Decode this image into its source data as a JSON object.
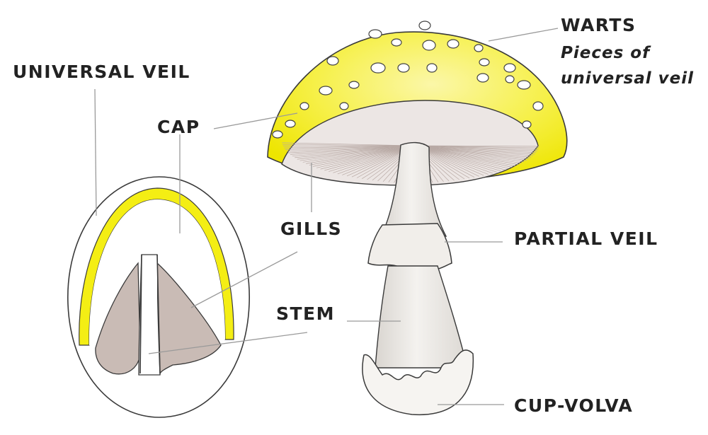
{
  "labels": {
    "universal_veil": "UNIVERSAL VEIL",
    "cap": "CAP",
    "gills": "GILLS",
    "stem": "STEM",
    "warts": "WARTS",
    "warts_note_line1": "Pieces of",
    "warts_note_line2": "universal veil",
    "partial_veil": "PARTIAL VEIL",
    "cup_volva": "CUP-VOLVA"
  },
  "colors": {
    "cap": "#f3ee1a",
    "cap_highlight": "#fbf7a0",
    "gills": "#c6b8b2",
    "stem": "#ece9e5",
    "outline": "#3a3a3a",
    "leader": "#9a9a9a",
    "text": "#222222"
  }
}
